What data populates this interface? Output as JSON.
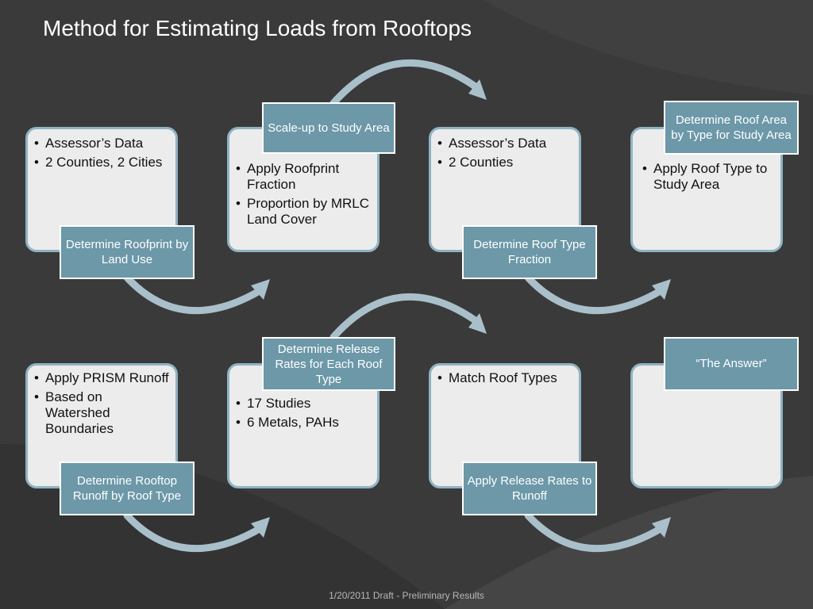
{
  "title": "Method for Estimating Loads from Rooftops",
  "footer": "1/20/2011 Draft - Preliminary Results",
  "colors": {
    "background": "#3a3a3a",
    "card_fill": "#ececec",
    "card_border": "#8fb3c3",
    "label_fill": "#6c98a8",
    "arrow": "#a9c0cb"
  },
  "row1": {
    "step1": {
      "bullets": [
        "Assessor’s Data",
        "2 Counties, 2 Cities"
      ],
      "label": "Determine Roofprint by Land Use"
    },
    "step2": {
      "bullets": [
        "Apply Roofprint Fraction",
        "Proportion by MRLC Land Cover"
      ],
      "label": "Scale-up to Study Area"
    },
    "step3": {
      "bullets": [
        "Assessor’s Data",
        "2 Counties"
      ],
      "label": "Determine Roof Type Fraction"
    },
    "step4": {
      "bullets": [
        " Apply Roof Type to Study Area"
      ],
      "label": "Determine Roof Area by Type for Study Area"
    }
  },
  "row2": {
    "step1": {
      "bullets": [
        "Apply PRISM Runoff",
        "Based on Watershed Boundaries"
      ],
      "label": "Determine Rooftop Runoff by Roof Type"
    },
    "step2": {
      "bullets": [
        "17  Studies",
        "6 Metals, PAHs"
      ],
      "label": "Determine Release Rates for Each Roof Type"
    },
    "step3": {
      "bullets": [
        "Match Roof Types"
      ],
      "label": "Apply Release Rates to Runoff"
    },
    "step4": {
      "bullets": [],
      "label": "“The Answer”"
    }
  }
}
